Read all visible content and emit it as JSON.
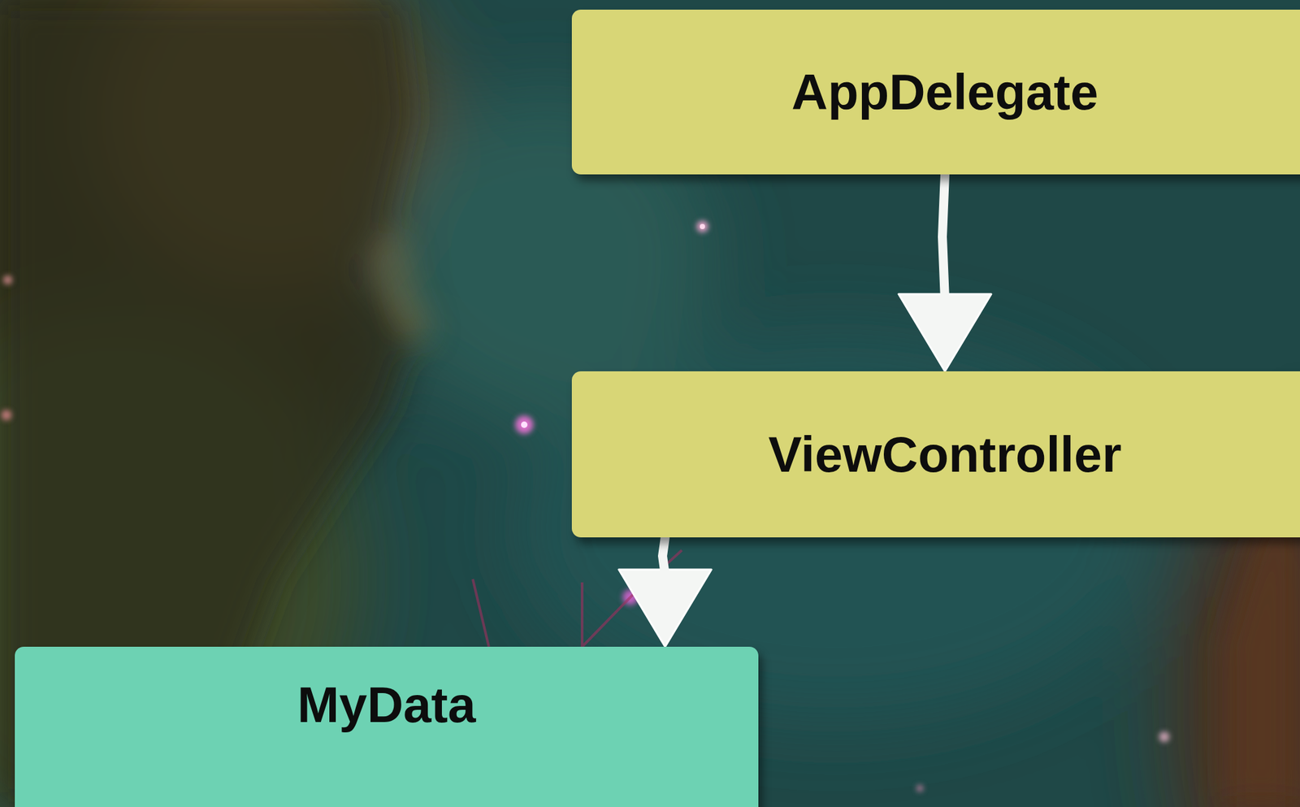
{
  "diagram": {
    "nodes": [
      {
        "text": [
          "AppDelegate"
        ]
      },
      {
        "text": [
          "ViewController"
        ]
      },
      {
        "text": [
          "MyData"
        ]
      }
    ],
    "edges": [
      {
        "from": 0,
        "to": 1,
        "arrow": "to"
      },
      {
        "from": 1,
        "to": 2,
        "arrow": "to"
      }
    ]
  }
}
